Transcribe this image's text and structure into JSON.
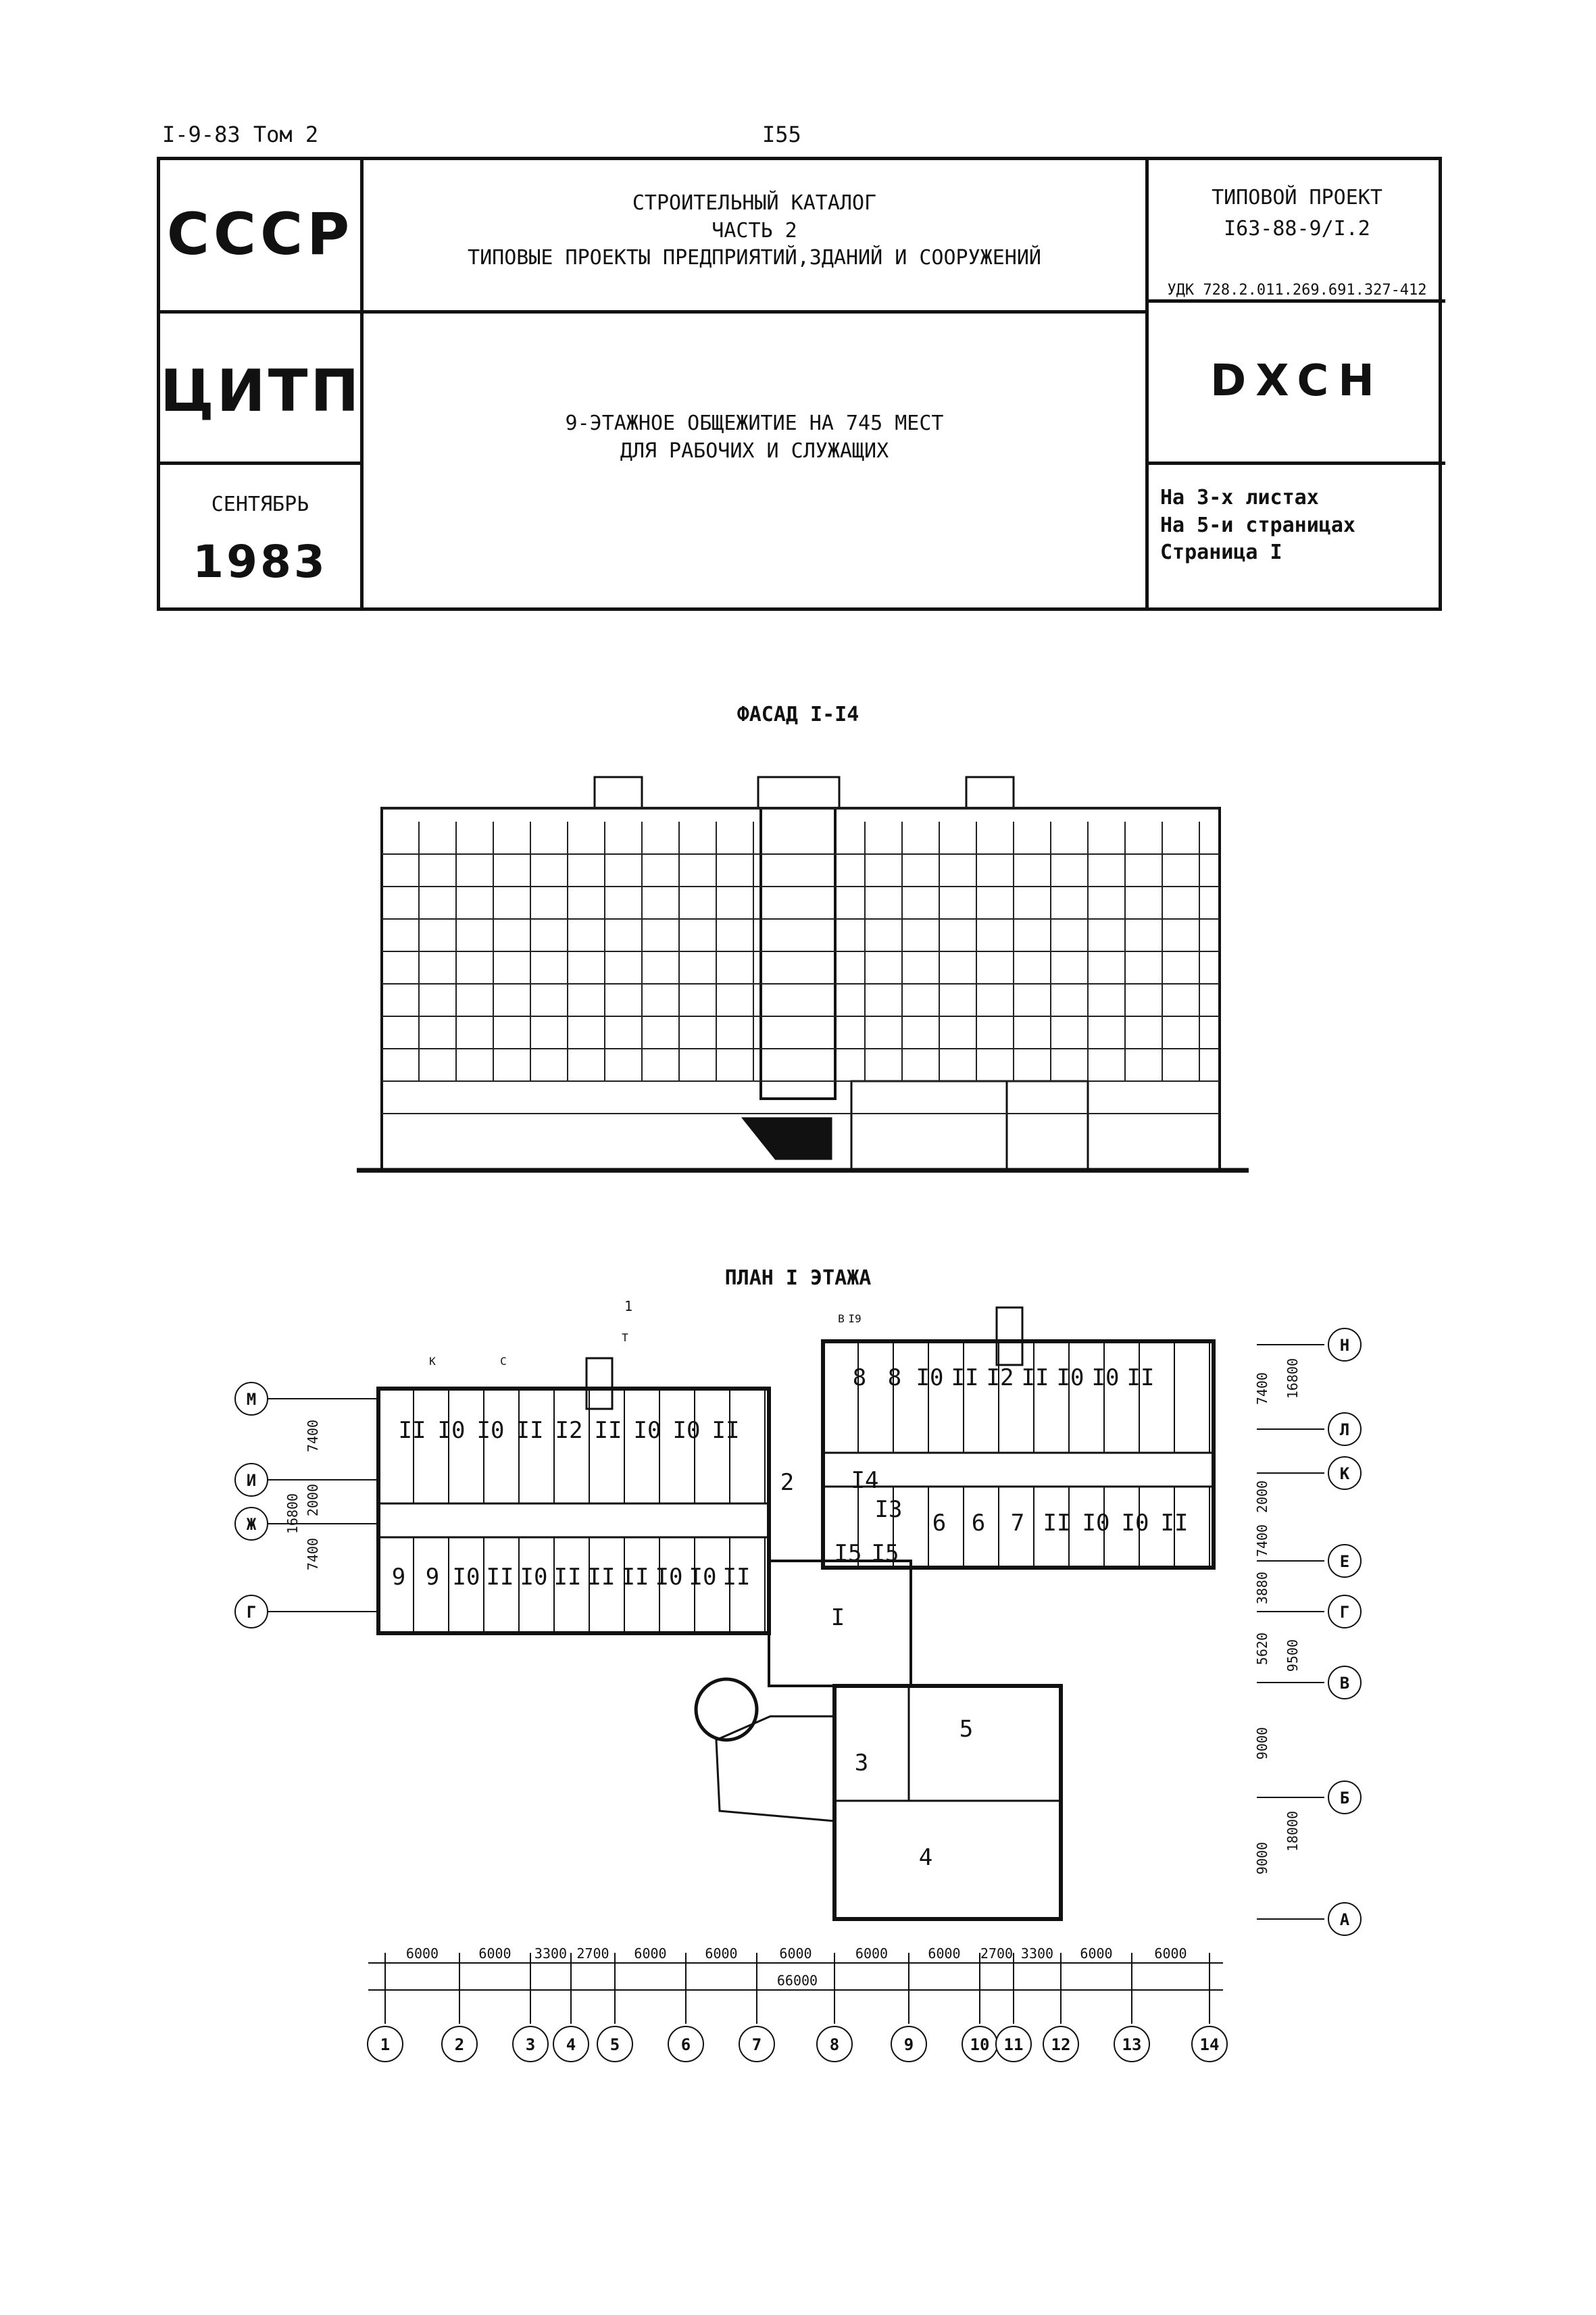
{
  "header": {
    "series": "I-9-83 Том 2",
    "page_number": "I55"
  },
  "stamp": {
    "org_country": "СССР",
    "catalog": {
      "line1": "СТРОИТЕЛЬНЫЙ КАТАЛОГ",
      "line2": "ЧАСТЬ 2",
      "line3": "ТИПОВЫЕ ПРОЕКТЫ ПРЕДПРИЯТИЙ,ЗДАНИЙ И СООРУЖЕНИЙ"
    },
    "project_label": "ТИПОВОЙ ПРОЕКТ",
    "project_code": "I63-88-9/I.2",
    "udk": "УДК 728.2.011.269.691.327-412",
    "org_institute": "ЦИТП",
    "building": {
      "line1": "9-ЭТАЖНОЕ ОБЩЕЖИТИЕ НА 745 МЕСТ",
      "line2": "ДЛЯ РАБОЧИХ И СЛУЖАЩИХ"
    },
    "code": "DXCH",
    "month": "СЕНТЯБРЬ",
    "year": "1983",
    "sheets": {
      "line1": "На 3-х листах",
      "line2": "На 5-и страницах",
      "line3": "Страница I"
    }
  },
  "facade": {
    "title": "ФАСАД I-I4"
  },
  "plan": {
    "title": "ПЛАН I ЭТАЖА",
    "section_mark": "1",
    "left_axes": [
      "М",
      "И",
      "Ж",
      "Г"
    ],
    "left_dims": [
      "7400",
      "2000",
      "7400",
      "16800"
    ],
    "right_axes": [
      "Н",
      "Л",
      "К",
      "Е",
      "Г",
      "В",
      "Б",
      "А"
    ],
    "right_dims": [
      "7400",
      "2000",
      "7400",
      "3880",
      "5620",
      "9000",
      "9000",
      "16800",
      "9500",
      "18000"
    ],
    "rooms_upper_left": [
      "II",
      "I0",
      "I0",
      "II",
      "I2",
      "II",
      "I0",
      "I0",
      "II"
    ],
    "rooms_lower_left": [
      "9",
      "9",
      "I0",
      "II",
      "I0",
      "II",
      "II",
      "II",
      "I0",
      "I0",
      "II"
    ],
    "rooms_upper_right": [
      "8",
      "8",
      "I0",
      "II",
      "I2",
      "II",
      "I0",
      "I0",
      "II"
    ],
    "rooms_lower_right": [
      "6",
      "6",
      "7",
      "II",
      "I0",
      "I0",
      "II"
    ],
    "rooms_center": [
      "2",
      "I4",
      "I3",
      "I5",
      "I5",
      "I",
      "3",
      "4",
      "5"
    ],
    "marks": [
      "К",
      "С",
      "Т",
      "В",
      "I9"
    ],
    "bottom_dims": [
      "6000",
      "6000",
      "3300",
      "2700",
      "6000",
      "6000",
      "6000",
      "6000",
      "6000",
      "2700",
      "3300",
      "6000",
      "6000"
    ],
    "total_dim": "66000",
    "bottom_axes": [
      "1",
      "2",
      "3",
      "4",
      "5",
      "6",
      "7",
      "8",
      "9",
      "10",
      "11",
      "12",
      "13",
      "14"
    ]
  }
}
